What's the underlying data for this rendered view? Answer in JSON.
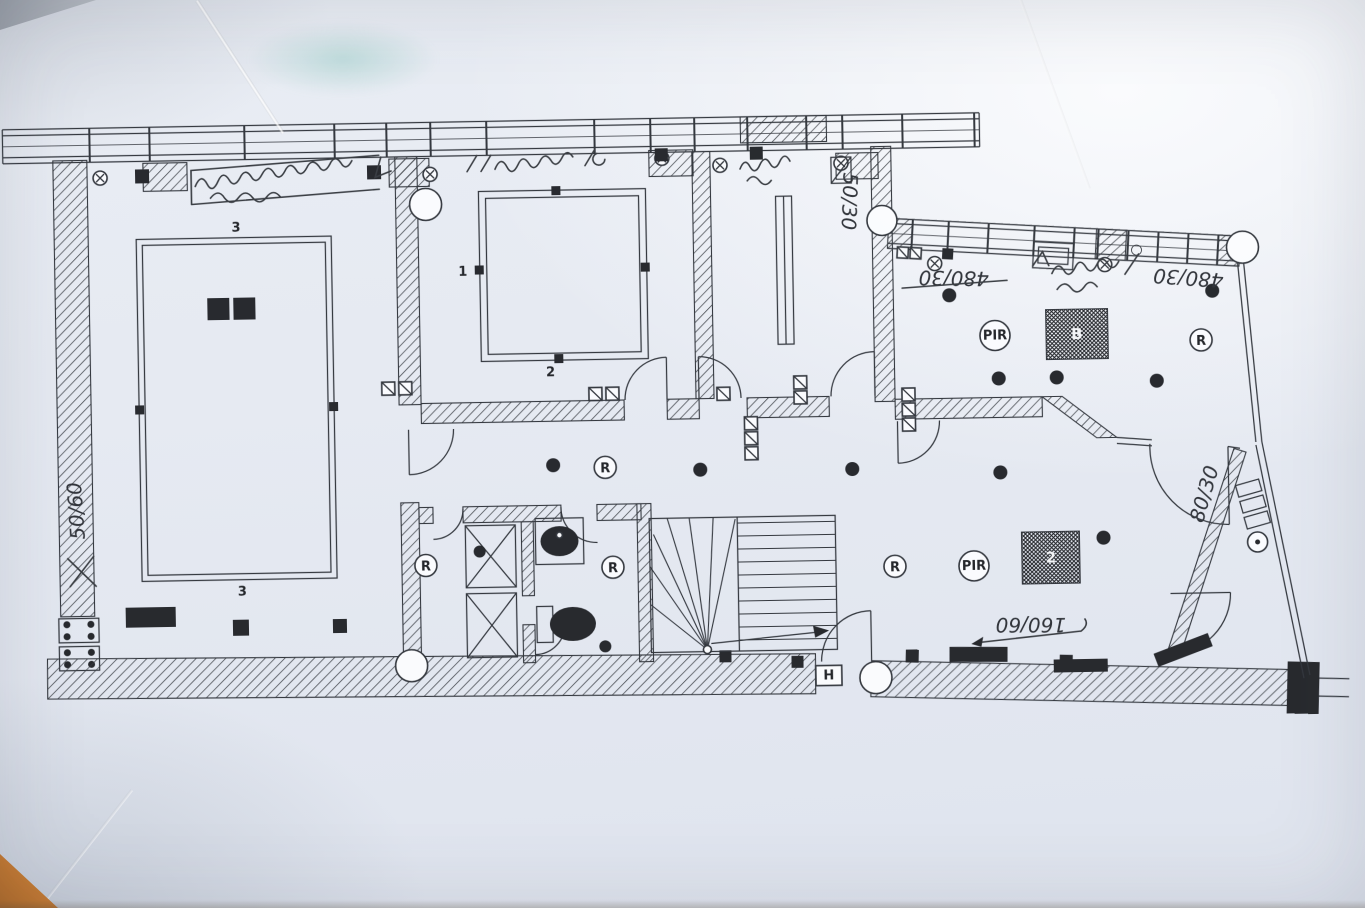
{
  "drawing": {
    "labels": {
      "pir": "PIR",
      "detector": "R",
      "shaft_b": "B",
      "shaft_2": "2",
      "door_h": "H",
      "mark_1": "1",
      "mark_2": "2",
      "mark_3": "3"
    },
    "annotations": {
      "left_wall": "50/60",
      "top_column": "50/30",
      "right_a": "480/30",
      "right_b": "480/30",
      "right_side": "80/30",
      "bottom_right": "160/60"
    }
  }
}
